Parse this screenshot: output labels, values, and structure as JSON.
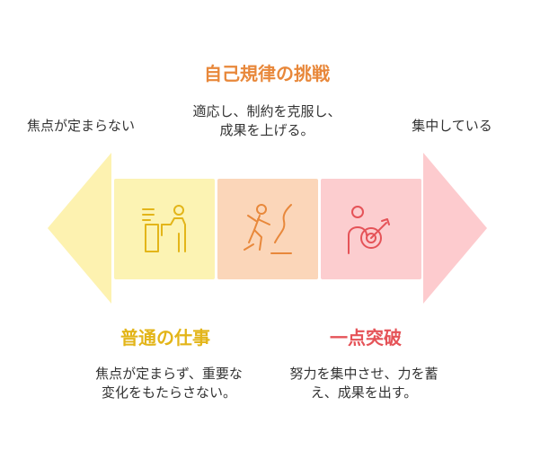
{
  "labels": {
    "left_end": "焦点が定まらない",
    "right_end": "集中している"
  },
  "stages": [
    {
      "title": "普通の仕事",
      "description": "焦点が定まらず、重要な変化をもたらさない。",
      "icon": "person-at-desk-icon",
      "fill": "#FCF3B3",
      "title_color": "#E3B519",
      "icon_color": "#E3B519"
    },
    {
      "title": "自己規律の挑戦",
      "description": "適応し、制約を克服し、成果を上げる。",
      "icon": "person-climbing-icon",
      "fill": "#FBD6B9",
      "title_color": "#E8883B",
      "icon_color": "#E8883B"
    },
    {
      "title": "一点突破",
      "description": "努力を集中させ、力を蓄え、成果を出す。",
      "icon": "person-target-icon",
      "fill": "#FCCDCF",
      "title_color": "#E55358",
      "icon_color": "#E55358"
    }
  ],
  "colors": {
    "left_arrow": "#FDF2B0",
    "right_arrow": "#FDCBCE",
    "text": "#333333"
  }
}
